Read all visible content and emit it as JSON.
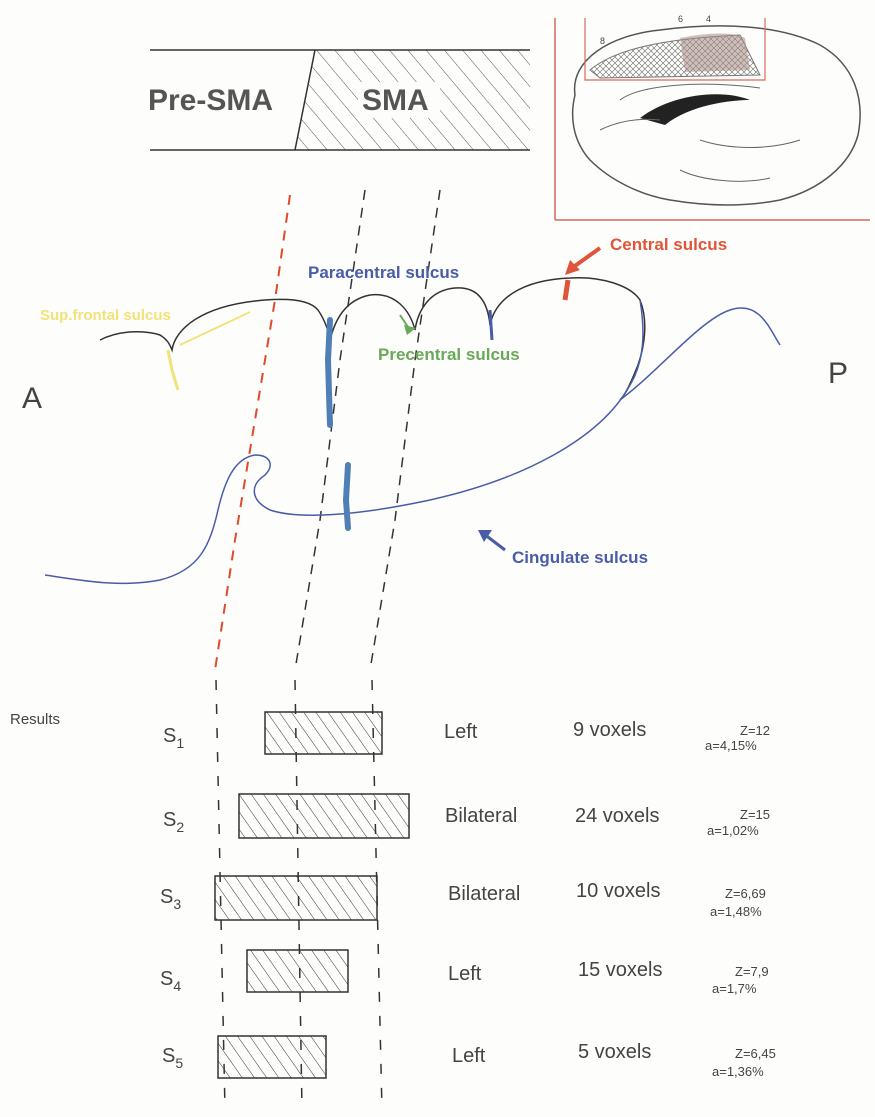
{
  "header": {
    "pre_sma": "Pre-SMA",
    "sma": "SMA"
  },
  "inset": {
    "area_6": "6",
    "area_4": "4",
    "area_8": "8"
  },
  "orientation": {
    "anterior": "A",
    "posterior": "P"
  },
  "sulci": {
    "central": "Central sulcus",
    "paracentral": "Paracentral sulcus",
    "sup_frontal": "Sup.frontal sulcus",
    "precentral": "Precentral sulcus",
    "cingulate": "Cingulate sulcus"
  },
  "colors": {
    "central": "#e0553a",
    "paracentral": "#4a5ca8",
    "sup_frontal": "#f2e27a",
    "precentral": "#6aa85a",
    "cingulate": "#4a5ca8",
    "boundary": "#e04a2a",
    "blue_mark": "#4f7fb5"
  },
  "results": {
    "title": "Results",
    "rows": [
      {
        "subject": "S",
        "sub": "1",
        "side": "Left",
        "voxels": "9 voxels",
        "z": "Z=12",
        "a": "a=4,15%"
      },
      {
        "subject": "S",
        "sub": "2",
        "side": "Bilateral",
        "voxels": "24 voxels",
        "z": "Z=15",
        "a": "a=1,02%"
      },
      {
        "subject": "S",
        "sub": "3",
        "side": "Bilateral",
        "voxels": "10 voxels",
        "z": "Z=6,69",
        "a": "a=1,48%"
      },
      {
        "subject": "S",
        "sub": "4",
        "side": "Left",
        "voxels": "15 voxels",
        "z": "Z=7,9",
        "a": "a=1,7%"
      },
      {
        "subject": "S",
        "sub": "5",
        "side": "Left",
        "voxels": "5 voxels",
        "z": "Z=6,45",
        "a": "a=1,36%"
      }
    ]
  }
}
